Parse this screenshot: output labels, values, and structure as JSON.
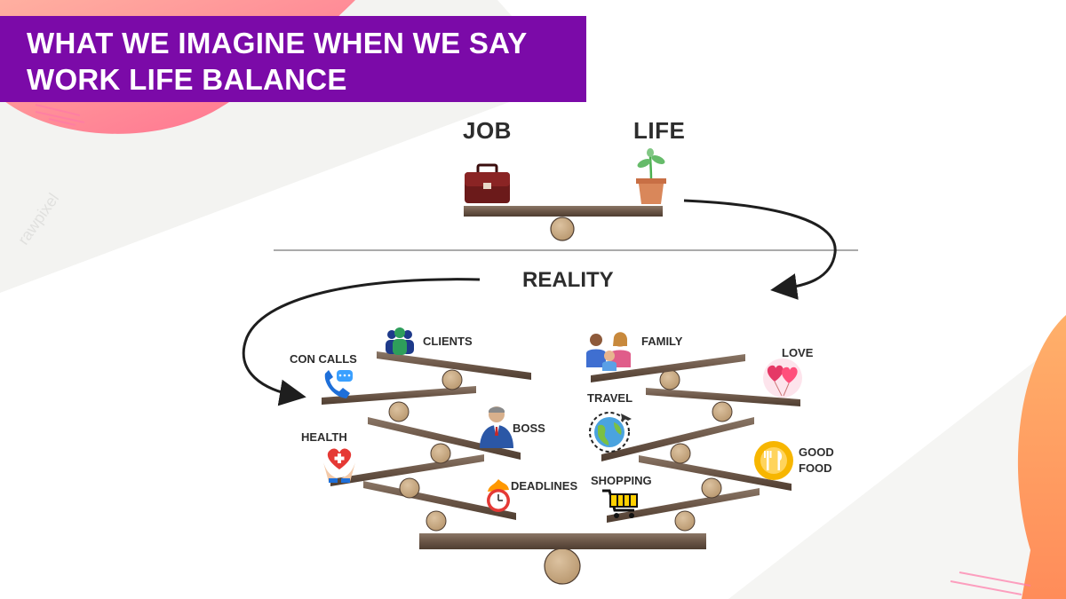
{
  "banner": {
    "line1": "WHAT WE IMAGINE WHEN WE SAY",
    "line2": "WORK LIFE BALANCE"
  },
  "top": {
    "job": "JOB",
    "life": "LIFE"
  },
  "reality": "REALITY",
  "work_items": {
    "clients": "CLIENTS",
    "con_calls": "CON CALLS",
    "boss": "BOSS",
    "health": "HEALTH",
    "deadlines": "DEADLINES"
  },
  "life_items": {
    "family": "FAMILY",
    "love": "LOVE",
    "travel": "TRAVEL",
    "good_food_1": "GOOD",
    "good_food_2": "FOOD",
    "shopping": "SHOPPING"
  },
  "watermark": "rawpixel",
  "icons": [
    "briefcase-icon",
    "plant-pot-icon",
    "clients-icon",
    "phone-call-icon",
    "boss-icon",
    "health-heart-icon",
    "deadline-clock-icon",
    "family-icon",
    "love-balloons-icon",
    "travel-globe-icon",
    "food-plate-icon",
    "shopping-cart-icon"
  ],
  "colors": {
    "banner": "#7b0aa8",
    "plank": "#6f5a4a",
    "fulcrum": "#c9ab86",
    "text": "#2d2d2d",
    "accent_pink": "#ff5f7e",
    "accent_orange": "#ffa35c"
  }
}
